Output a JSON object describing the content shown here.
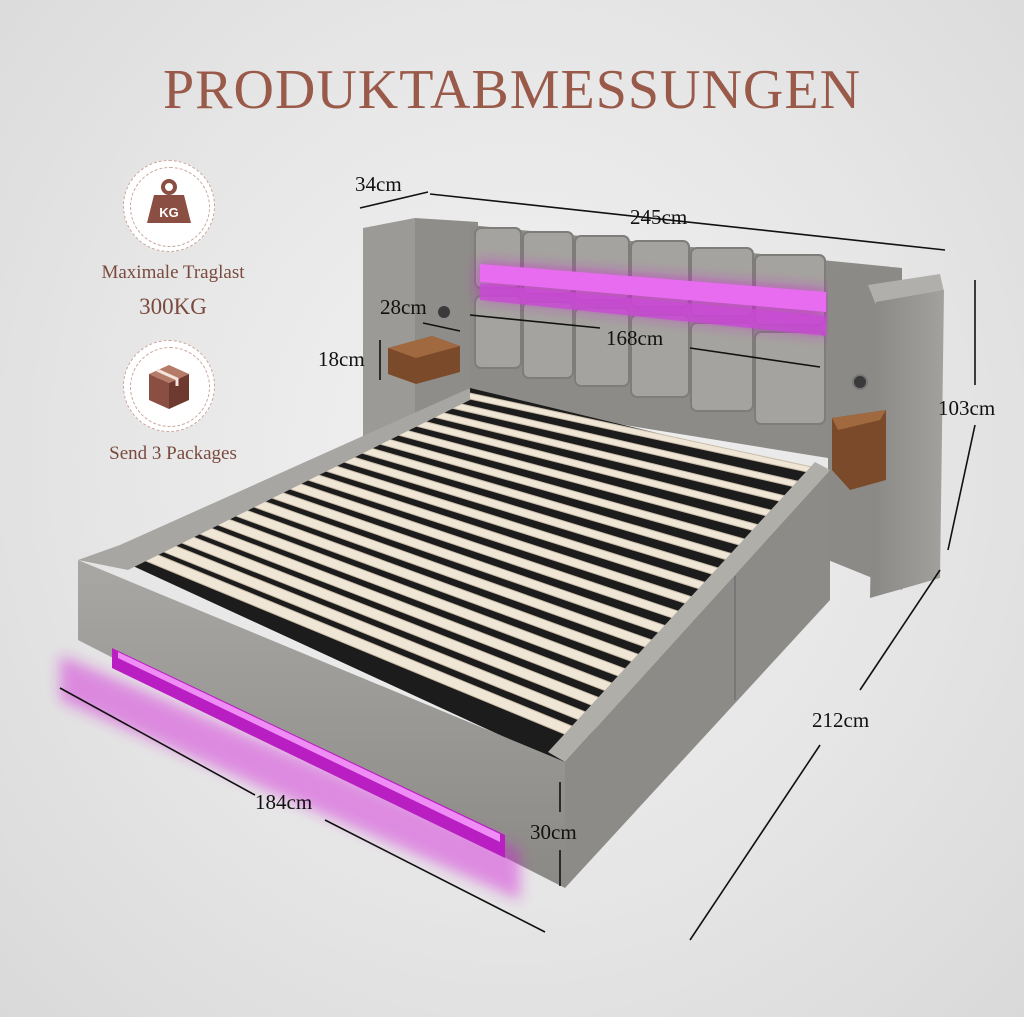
{
  "title": "PRODUKTABMESSUNGEN",
  "features": [
    {
      "icon": "kg-weight-icon",
      "label": "Maximale Traglast",
      "value": "300KG",
      "icon_text": "KG"
    },
    {
      "icon": "package-box-icon",
      "label": "Send 3 Packages"
    }
  ],
  "dimensions": {
    "wing_width": "34cm",
    "total_width": "245cm",
    "shelf_depth": "28cm",
    "shelf_height": "18cm",
    "headboard_light_width": "168cm",
    "height": "103cm",
    "length": "212cm",
    "bed_width": "184cm",
    "frame_height": "30cm"
  },
  "colors": {
    "title": "#9a5a4a",
    "fabric": "#9a9894",
    "led": "#d21bd8",
    "slats": "#f0e6d6",
    "wood": "#7a4a2a"
  }
}
